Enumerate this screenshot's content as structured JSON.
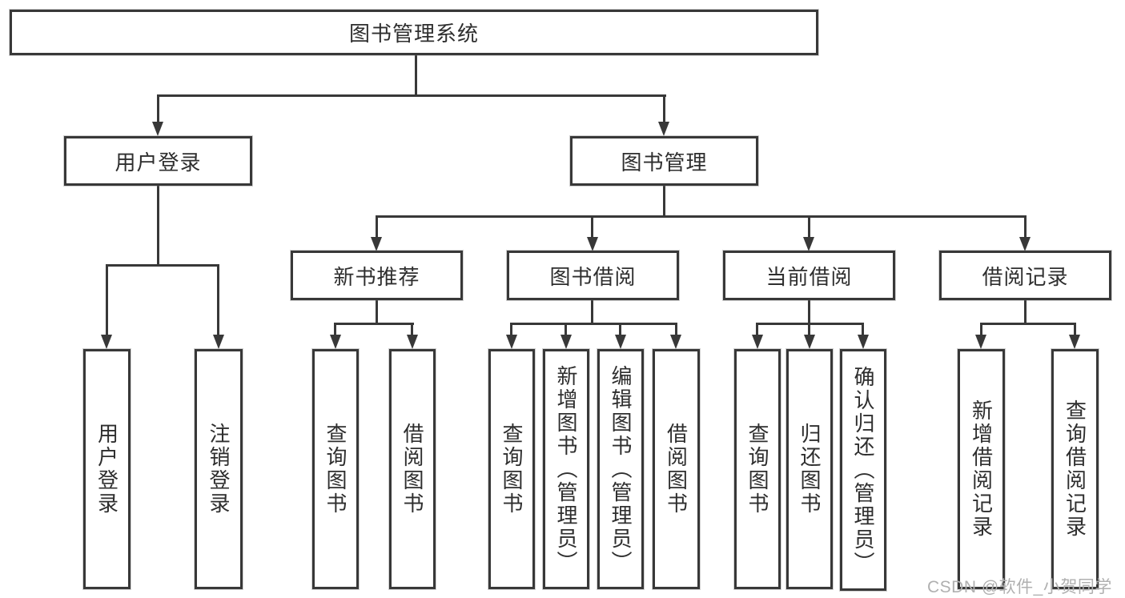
{
  "nodes": {
    "root": "图书管理系统",
    "level2": [
      "用户登录",
      "图书管理"
    ],
    "level3": [
      "新书推荐",
      "图书借阅",
      "当前借阅",
      "借阅记录"
    ],
    "leaves_login": [
      "用户登录",
      "注销登录"
    ],
    "leaves_recommend": [
      "查询图书",
      "借阅图书"
    ],
    "leaves_borrow": [
      "查询图书",
      "新增图书（管理员）",
      "编辑图书（管理员）",
      "借阅图书"
    ],
    "leaves_current": [
      "查询图书",
      "归还图书",
      "确认归还（管理员）"
    ],
    "leaves_records": [
      "新增借阅记录",
      "查询借阅记录"
    ]
  },
  "watermark": "CSDN @软件_小贺同学",
  "colors": {
    "line": "#383838",
    "border": "#383838",
    "text": "#2e2e2e",
    "box_bg": "#ffffff",
    "watermark": "#b0b0b0"
  }
}
